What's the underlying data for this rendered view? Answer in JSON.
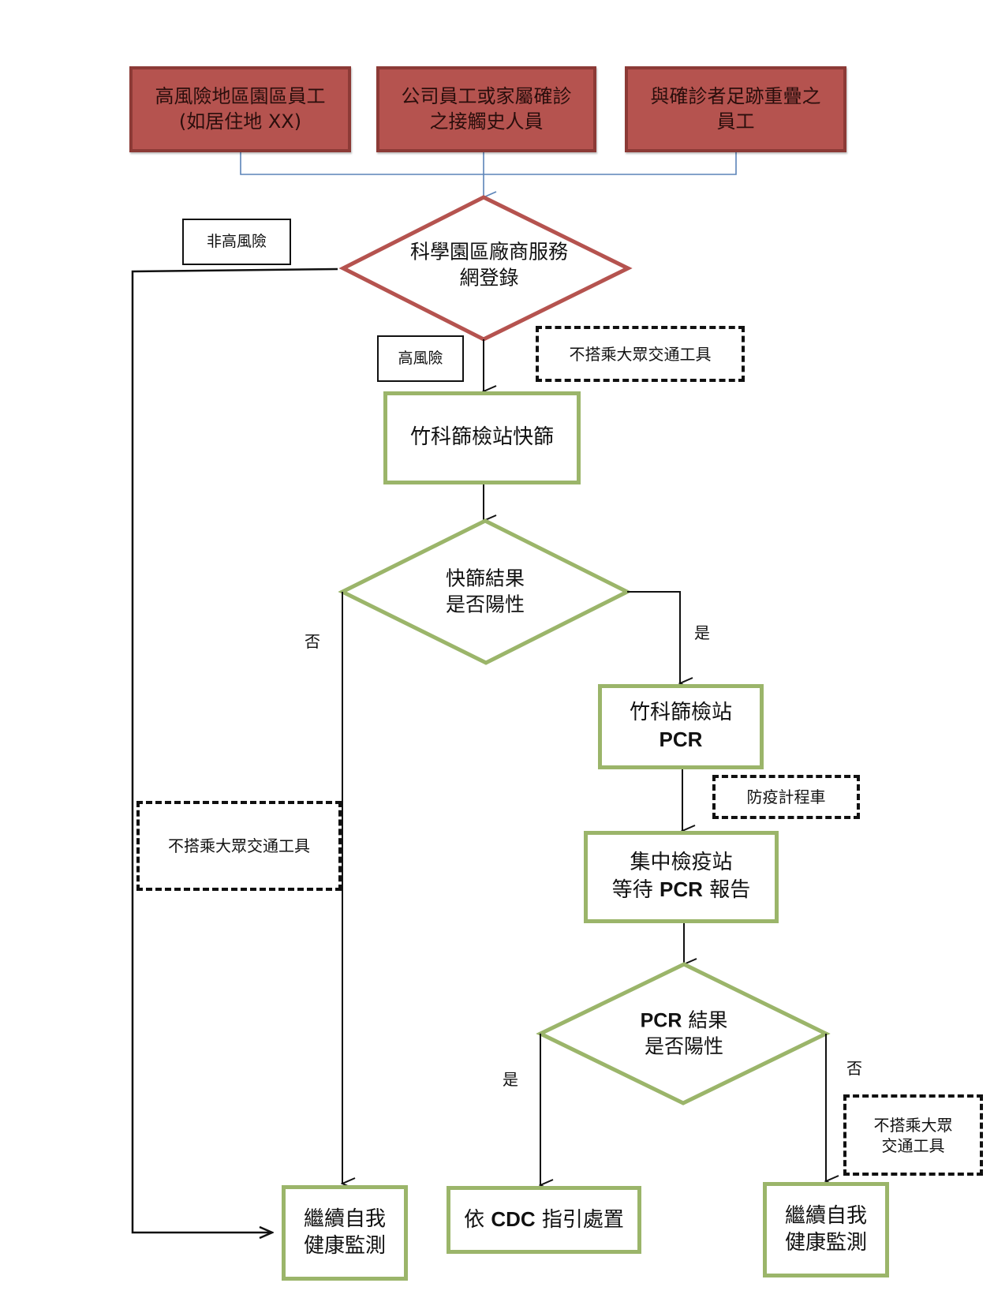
{
  "sources": [
    {
      "line1": "高風險地區園區員工",
      "line2": "(如居住地 XX)"
    },
    {
      "line1": "公司員工或家屬確診",
      "line2": "之接觸史人員"
    },
    {
      "line1": "與確診者足跡重疊之",
      "line2": "員工"
    }
  ],
  "registration": {
    "line1": "科學園區廠商服務",
    "line2": "網登錄"
  },
  "labels": {
    "low_risk": "非高風險",
    "high_risk": "高風險",
    "yes_rapid": "是",
    "no_rapid": "否",
    "yes_pcr": "是",
    "no_pcr": "否"
  },
  "notes": {
    "no_public_transport_top": "不搭乘大眾交通工具",
    "no_public_transport_left": "不搭乘大眾交通工具",
    "no_public_transport_right_line1": "不搭乘大眾",
    "no_public_transport_right_line2": "交通工具",
    "quarantine_taxi": "防疫計程車"
  },
  "steps": {
    "rapid_screen": "竹科篩檢站快篩",
    "rapid_result": {
      "line1": "快篩結果",
      "line2": "是否陽性"
    },
    "pcr_station": {
      "line1": "竹科篩檢站",
      "line2": "PCR"
    },
    "quarantine": {
      "line1": "集中檢疫站",
      "line2_pre": "等待 ",
      "line2_bold": "PCR",
      "line2_post": " 報告"
    },
    "pcr_result": {
      "line1_bold": "PCR",
      "line1_post": " 結果",
      "line2": "是否陽性"
    },
    "cdc": {
      "pre": "依 ",
      "bold": "CDC",
      "post": " 指引處置"
    },
    "self_monitor_left": {
      "line1": "繼續自我",
      "line2": "健康監測"
    },
    "self_monitor_right": {
      "line1": "繼續自我",
      "line2": "健康監測"
    }
  },
  "colors": {
    "source_fill": "#b5534f",
    "source_border": "#8c3a36",
    "registration_border": "#b5534f",
    "step_border": "#9bb56a",
    "connector_blue": "#5b84b8"
  }
}
